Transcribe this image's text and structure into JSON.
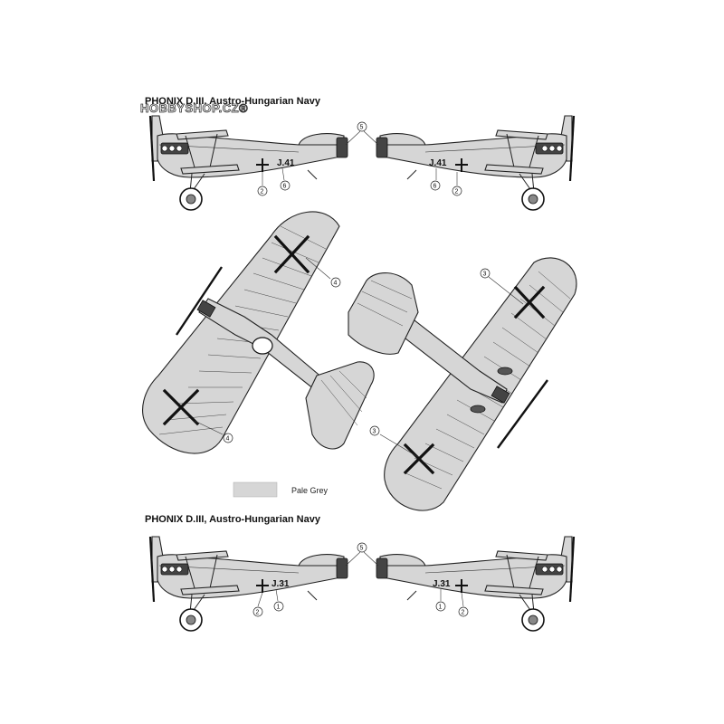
{
  "profiles": [
    {
      "title": "PHONIX D.III, Austro-Hungarian Navy",
      "serial": "J.41",
      "callouts_left": [
        "2",
        "6"
      ],
      "callouts_right": [
        "6",
        "2"
      ],
      "nose_callout": "5"
    },
    {
      "title": "PHONIX D.III, Austro-Hungarian Navy",
      "serial": "J.31",
      "callouts_left": [
        "2",
        "1"
      ],
      "callouts_right": [
        "1",
        "2"
      ],
      "nose_callout": "5"
    }
  ],
  "planform_callouts": {
    "top_view": [
      "4",
      "4"
    ],
    "bottom_view": [
      "3",
      "3"
    ]
  },
  "legend": {
    "label": "Pale Grey",
    "color": "#d6d6d6"
  },
  "watermark": "HOBBYSHOP.CZ®"
}
